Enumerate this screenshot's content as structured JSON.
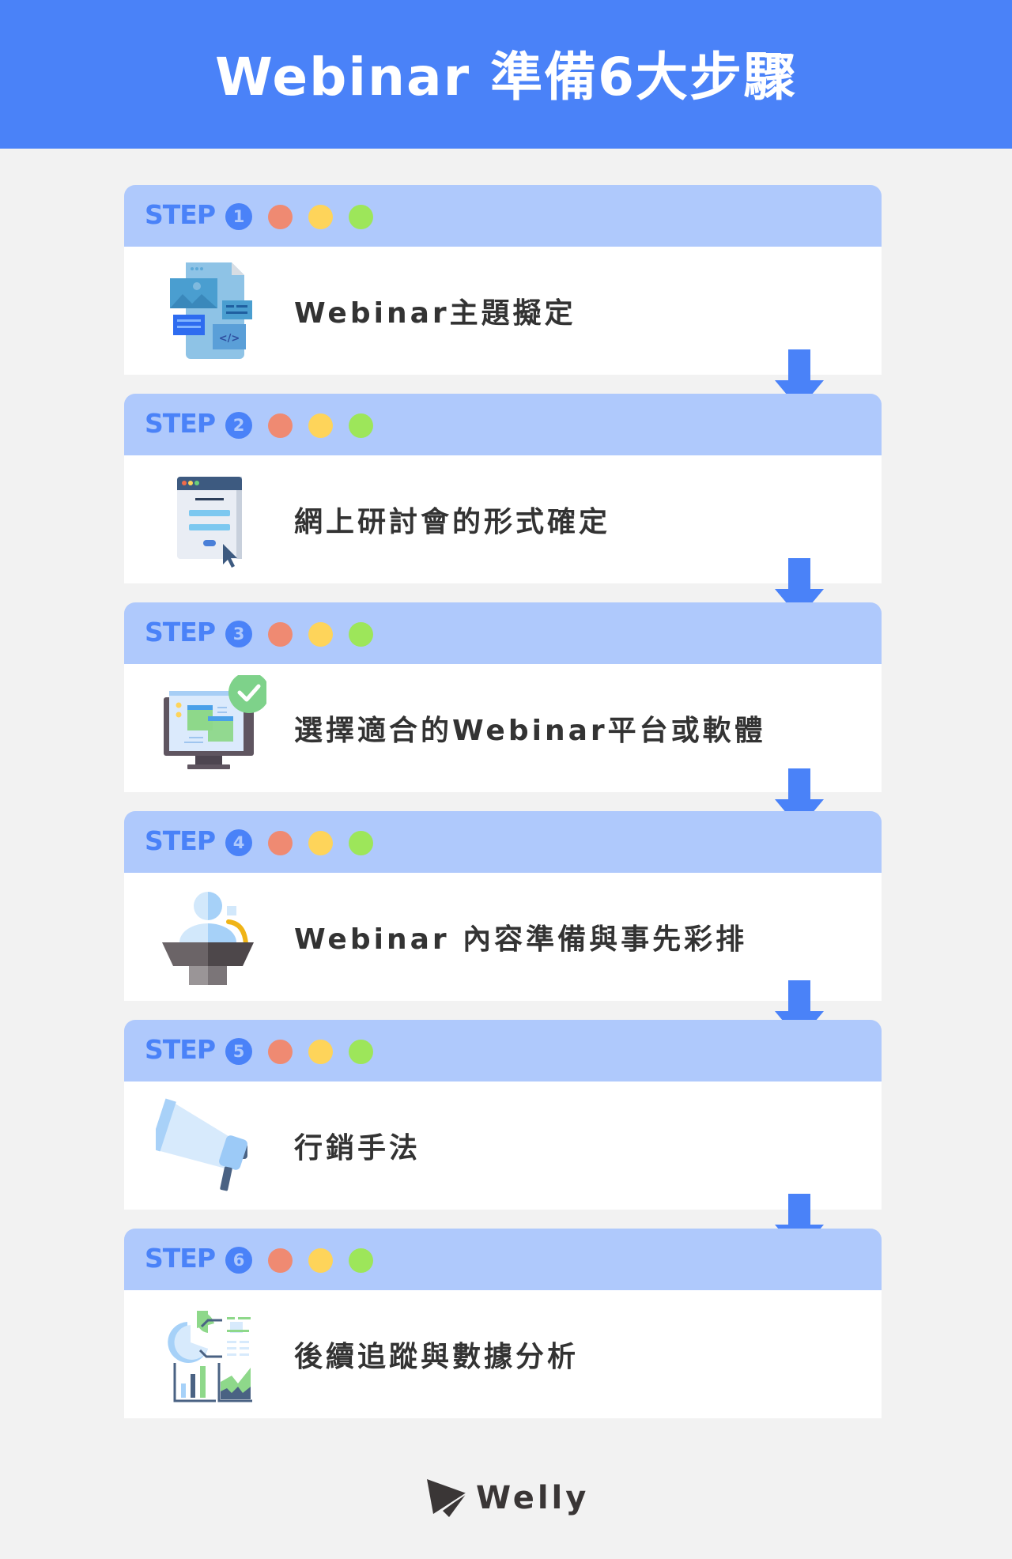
{
  "header": {
    "title": "Webinar 準備6大步驟",
    "background": "#4a82f8"
  },
  "colors": {
    "step_header_bg": "#afc9fc",
    "accent_blue": "#4a82f8",
    "dot_red": "#ef8a72",
    "dot_yellow": "#fed45a",
    "dot_green": "#9de65a",
    "text_dark": "#333333"
  },
  "steps": [
    {
      "label": "STEP",
      "number": "1",
      "text": "Webinar主題擬定",
      "icon": "design-document-icon"
    },
    {
      "label": "STEP",
      "number": "2",
      "text": "網上研討會的形式確定",
      "icon": "web-form-icon"
    },
    {
      "label": "STEP",
      "number": "3",
      "text": "選擇適合的Webinar平台或軟體",
      "icon": "monitor-check-icon"
    },
    {
      "label": "STEP",
      "number": "4",
      "text": "Webinar 內容準備與事先彩排",
      "icon": "podium-speaker-icon"
    },
    {
      "label": "STEP",
      "number": "5",
      "text": "行銷手法",
      "icon": "megaphone-icon"
    },
    {
      "label": "STEP",
      "number": "6",
      "text": "後續追蹤與數據分析",
      "icon": "analytics-report-icon"
    }
  ],
  "footer": {
    "brand": "Welly",
    "icon": "paper-plane-logo-icon"
  }
}
